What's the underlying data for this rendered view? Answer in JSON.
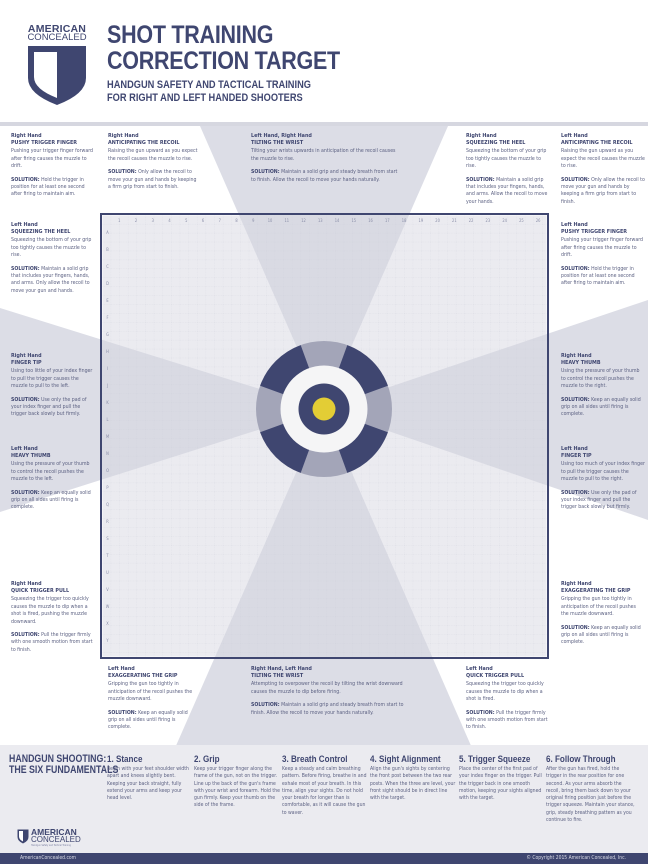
{
  "header": {
    "logo_line1": "AMERICAN",
    "logo_line2": "CONCEALED",
    "title_line1": "SHOT TRAINING",
    "title_line2": "CORRECTION TARGET",
    "subtitle_line1": "HANDGUN SAFETY AND TACTICAL TRAINING",
    "subtitle_line2": "FOR RIGHT AND LEFT HANDED SHOOTERS"
  },
  "colors": {
    "navy": "#3f4670",
    "wedge": "#d9dae3",
    "grid_bg": "#ebebf0",
    "mid_gray": "#a3a5b8",
    "bullseye": "#e3cd35",
    "white_ring": "#f5f5f5"
  },
  "tips": [
    {
      "hand": "Right Hand",
      "name": "PUSHY TRIGGER FINGER",
      "desc": "Pushing your trigger finger forward after firing causes the muzzle to drift.",
      "solution_label": "SOLUTION:",
      "solution": "Hold the trigger in position for at least one second after firing to maintain aim."
    },
    {
      "hand": "Right Hand",
      "name": "ANTICIPATING THE RECOIL",
      "desc": "Raising the gun upward as you expect the recoil causes the muzzle to rise.",
      "solution_label": "SOLUTION:",
      "solution": "Only allow the recoil to move your gun and hands by keeping a firm grip from start to finish."
    },
    {
      "hand": "Left Hand, Right Hand",
      "name": "TILTING THE WRIST",
      "desc": "Tilting your wrists upwards in anticipation of the recoil causes the muzzle to rise.",
      "solution_label": "SOLUTION:",
      "solution": "Maintain a solid grip and steady breath from start to finish. Allow the recoil to move your hands naturally."
    },
    {
      "hand": "Right Hand",
      "name": "SQUEEZING THE HEEL",
      "desc": "Squeezing the bottom of your grip too tightly causes the muzzle to rise.",
      "solution_label": "SOLUTION:",
      "solution": "Maintain a solid grip that includes your fingers, hands, and arms. Allow the recoil to move your hands."
    },
    {
      "hand": "Left Hand",
      "name": "ANTICIPATING THE RECOIL",
      "desc": "Raising the gun upward as you expect the recoil causes the muzzle to rise.",
      "solution_label": "SOLUTION:",
      "solution": "Only allow the recoil to move your gun and hands by keeping a firm grip from start to finish."
    },
    {
      "hand": "Left Hand",
      "name": "SQUEEZING THE HEEL",
      "desc": "Squeezing the bottom of your grip too tightly causes the muzzle to rise.",
      "solution_label": "SOLUTION:",
      "solution": "Maintain a solid grip that includes your fingers, hands, and arms. Only allow the recoil to move your gun and hands."
    },
    {
      "hand": "Left Hand",
      "name": "PUSHY TRIGGER FINGER",
      "desc": "Pushing your trigger finger forward after firing causes the muzzle to drift.",
      "solution_label": "SOLUTION:",
      "solution": "Hold the trigger in position for at least one second after firing to maintain aim."
    },
    {
      "hand": "Right Hand",
      "name": "FINGER TIP",
      "desc": "Using too little of your index finger to pull the trigger causes the muzzle to pull to the left.",
      "solution_label": "SOLUTION:",
      "solution": "Use only the pad of your index finger and pull the trigger back slowly but firmly."
    },
    {
      "hand": "Right Hand",
      "name": "HEAVY THUMB",
      "desc": "Using the pressure of your thumb to control the recoil pushes the muzzle to the right.",
      "solution_label": "SOLUTION:",
      "solution": "Keep an equally solid grip on all sides until firing is complete."
    },
    {
      "hand": "Left Hand",
      "name": "HEAVY THUMB",
      "desc": "Using the pressure of your thumb to control the recoil pushes the muzzle to the left.",
      "solution_label": "SOLUTION:",
      "solution": "Keep an equally solid grip on all sides until firing is complete."
    },
    {
      "hand": "Left Hand",
      "name": "FINGER TIP",
      "desc": "Using too much of your index finger to pull the trigger causes the muzzle to pull to the right.",
      "solution_label": "SOLUTION:",
      "solution": "Use only the pad of your index finger and pull the trigger back slowly but firmly."
    },
    {
      "hand": "Right Hand",
      "name": "QUICK TRIGGER PULL",
      "desc": "Squeezing the trigger too quickly causes the muzzle to dip when a shot is fired, pushing the muzzle downward.",
      "solution_label": "SOLUTION:",
      "solution": "Pull the trigger firmly with one smooth motion from start to finish."
    },
    {
      "hand": "Right Hand",
      "name": "EXAGGERATING THE GRIP",
      "desc": "Gripping the gun too tightly in anticipation of the recoil pushes the muzzle downward.",
      "solution_label": "SOLUTION:",
      "solution": "Keep an equally solid grip on all sides until firing is complete."
    },
    {
      "hand": "Left Hand",
      "name": "EXAGGERATING THE GRIP",
      "desc": "Gripping the gun too tightly in anticipation of the recoil pushes the muzzle downward.",
      "solution_label": "SOLUTION:",
      "solution": "Keep an equally solid grip on all sides until firing is complete."
    },
    {
      "hand": "Right Hand, Left Hand",
      "name": "TILTING THE WRIST",
      "desc": "Attempting to overpower the recoil by tilting the wrist downward causes the muzzle to dip before firing.",
      "solution_label": "SOLUTION:",
      "solution": "Maintain a solid grip and steady breath from start to finish. Allow the recoil to move your hands naturally."
    },
    {
      "hand": "Left Hand",
      "name": "QUICK TRIGGER PULL",
      "desc": "Squeezing the trigger too quickly causes the muzzle to dip when a shot is fired.",
      "solution_label": "SOLUTION:",
      "solution": "Pull the trigger firmly with one smooth motion from start to finish."
    }
  ],
  "grid": {
    "columns": [
      "1",
      "2",
      "3",
      "4",
      "5",
      "6",
      "7",
      "8",
      "9",
      "10",
      "11",
      "12",
      "13",
      "14",
      "15",
      "16",
      "17",
      "18",
      "19",
      "20",
      "21",
      "22",
      "23",
      "24",
      "25",
      "26"
    ],
    "rows": [
      "A",
      "B",
      "C",
      "D",
      "E",
      "F",
      "G",
      "H",
      "I",
      "J",
      "K",
      "L",
      "M",
      "N",
      "O",
      "P",
      "Q",
      "R",
      "S",
      "T",
      "U",
      "V",
      "W",
      "X",
      "Y"
    ]
  },
  "fundamentals": {
    "title_line1": "HANDGUN SHOOTING:",
    "title_line2": "THE SIX FUNDAMENTALS",
    "items": [
      {
        "heading": "1. Stance",
        "text": "Begin with your feet shoulder width apart and knees slightly bent. Keeping your back straight, fully extend your arms and keep your head level."
      },
      {
        "heading": "2. Grip",
        "text": "Keep your trigger finger along the frame of the gun, not on the trigger. Line up the back of the gun's frame with your wrist and forearm. Hold the gun firmly. Keep your thumb on the side of the frame."
      },
      {
        "heading": "3. Breath Control",
        "text": "Keep a steady and calm breathing pattern. Before firing, breathe in and exhale most of your breath. In this time, align your sights. Do not hold your breath for longer than is comfortable, as it will cause the gun to waver."
      },
      {
        "heading": "4. Sight Alignment",
        "text": "Align the gun's sights by centering the front post between the two rear posts. When the three are level, your front sight should be in direct line with the target."
      },
      {
        "heading": "5. Trigger Squeeze",
        "text": "Place the center of the first pad of your index finger on the trigger. Pull the trigger back in one smooth motion, keeping your sights aligned with the target."
      },
      {
        "heading": "6. Follow Through",
        "text": "After the gun has fired, hold the trigger in the rear position for one second. As your arms absorb the recoil, bring them back down to your original firing position just before the trigger squeeze. Maintain your stance, grip, steady breathing pattern as you continue to fire."
      }
    ]
  },
  "footer_logo": {
    "line1": "AMERICAN",
    "line2": "CONCEALED",
    "tagline": "Handgun Safety and Tactical Training"
  },
  "footer": {
    "url": "AmericanConcealed.com",
    "copyright": "© Copyright 2015 American Concealed, Inc."
  }
}
